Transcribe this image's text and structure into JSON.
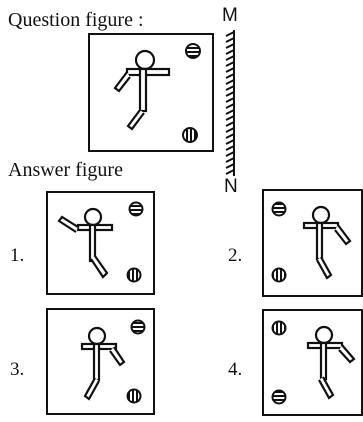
{
  "question": {
    "heading": "Question figure :",
    "mirror_top_label": "M",
    "mirror_bottom_label": "N"
  },
  "answers": {
    "heading": "Answer figure",
    "options": [
      {
        "number": "1."
      },
      {
        "number": "2."
      },
      {
        "number": "3."
      },
      {
        "number": "4."
      }
    ]
  },
  "colors": {
    "ink": "#111111",
    "background": "#ffffff"
  },
  "icons": [
    "stick-figure",
    "horizontal-striped-circle",
    "vertical-striped-circle",
    "mirror-hatch"
  ]
}
